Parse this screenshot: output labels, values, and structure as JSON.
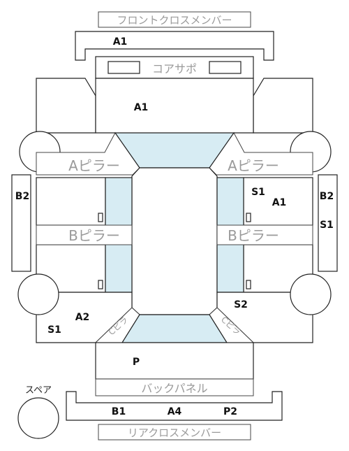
{
  "parts": {
    "front_cross_member": "フロントクロスメンバー",
    "core_support": "コアサポ",
    "a_pillar_left": "Aピラー",
    "a_pillar_right": "Aピラー",
    "b_pillar_left": "Bピラー",
    "b_pillar_right": "Bピラー",
    "c_pillar_left": "Cピラ",
    "c_pillar_right": "Cピラ",
    "back_panel": "バックパネル",
    "rear_cross_member": "リアクロスメンバー",
    "spare": "スペア"
  },
  "codes": {
    "front_cross_member": "A1",
    "hood_area": "A1",
    "left_side_b": "B2",
    "right_side_b": "B2",
    "right_side_s": "S1",
    "right_front_door_s": "S1",
    "right_front_door_a": "A1",
    "right_rear_door": "S2",
    "left_rear_quarter_a": "A2",
    "left_rear_quarter_s": "S1",
    "trunk": "P",
    "rear_cross_b1": "B1",
    "rear_cross_a4": "A4",
    "rear_cross_p2": "P2"
  },
  "colors": {
    "glass": "#d7ecf3",
    "outline": "#222222",
    "label_grey": "#9a9a9a",
    "code": "#111111"
  }
}
